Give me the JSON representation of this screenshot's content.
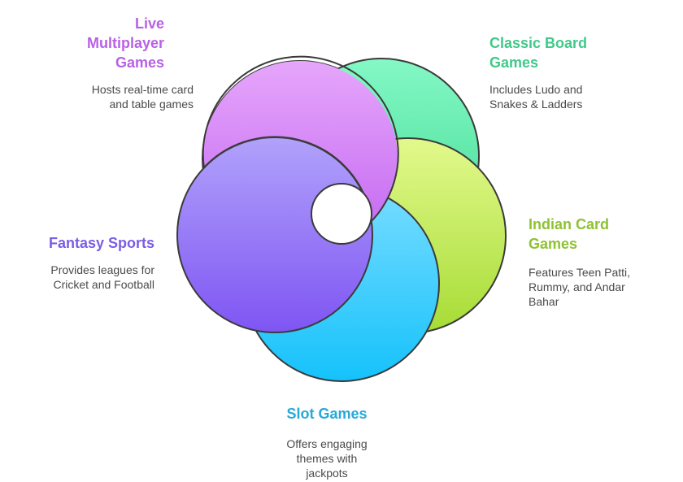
{
  "items": {
    "live": {
      "title": "Live\nMultiplayer\nGames",
      "desc": "Hosts real-time card\nand table games",
      "color": "#b861e6"
    },
    "board": {
      "title": "Classic Board\nGames",
      "desc": "Includes Ludo and\nSnakes & Ladders",
      "color": "#3fc98a"
    },
    "indian": {
      "title": "Indian Card\nGames",
      "desc": "Features Teen Patti,\nRummy, and Andar\nBahar",
      "color": "#8ec232"
    },
    "slot": {
      "title": "Slot Games",
      "desc": "Offers engaging\nthemes with\njackpots",
      "color": "#26a9d9"
    },
    "fantasy": {
      "title": "Fantasy Sports",
      "desc": "Provides leagues for\nCricket and Football",
      "color": "#7b5ce6"
    }
  }
}
